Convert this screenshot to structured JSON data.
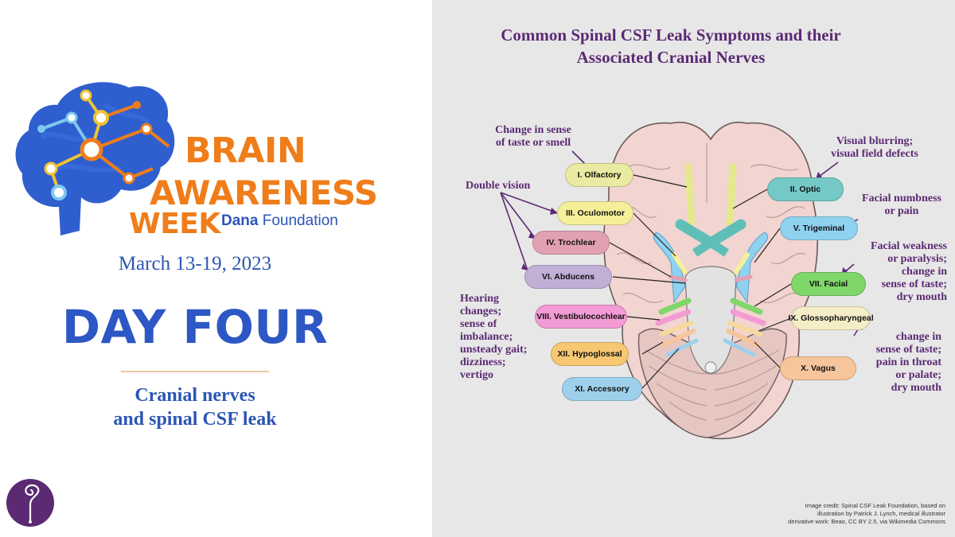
{
  "branding": {
    "brain_word": "BRAIN",
    "awareness_word": "AWARENESS",
    "week_word": "WEEK",
    "dana_word": "Dana",
    "foundation_word": "Foundation",
    "dates": "March 13-19, 2023",
    "day_label": "DAY FOUR",
    "subtitle_line1": "Cranial nerves",
    "subtitle_line2": "and spinal CSF leak"
  },
  "diagram": {
    "title_line1": "Common Spinal CSF Leak Symptoms and their",
    "title_line2": "Associated Cranial Nerves",
    "nerves": [
      {
        "label": "I. Olfactory",
        "color": "#eaeaa2"
      },
      {
        "label": "II. Optic",
        "color": "#74c9c6"
      },
      {
        "label": "III. Oculomotor",
        "color": "#f6ef9a"
      },
      {
        "label": "IV. Trochlear",
        "color": "#e2a1b2"
      },
      {
        "label": "V. Trigeminal",
        "color": "#8fd2f0"
      },
      {
        "label": "VI. Abducens",
        "color": "#c1afd6"
      },
      {
        "label": "VII. Facial",
        "color": "#7fd669"
      },
      {
        "label": "VIII. Vestibulocochlear",
        "color": "#f39bd4"
      },
      {
        "label": "IX. Glossopharyngeal",
        "color": "#f5edc6"
      },
      {
        "label": "X. Vagus",
        "color": "#f6c59b"
      },
      {
        "label": "XI. Accessory",
        "color": "#9ed0ec"
      },
      {
        "label": "XII. Hypoglossal",
        "color": "#f7c772"
      }
    ],
    "symptoms": {
      "taste_smell": [
        "Change in sense",
        "of taste or smell"
      ],
      "visual": [
        "Visual blurring;",
        "visual field defects"
      ],
      "double_vision": [
        "Double vision"
      ],
      "facial_numbness": [
        "Facial numbness",
        "or pain"
      ],
      "facial_weakness": [
        "Facial weakness",
        "or paralysis;",
        "change in",
        "sense of taste;",
        "dry mouth"
      ],
      "hearing": [
        "Hearing",
        "changes;",
        "sense of",
        "imbalance;",
        "unsteady gait;",
        "dizziness;",
        "vertigo"
      ],
      "throat": [
        "change in",
        "sense of taste;",
        "pain in throat",
        "or palate;",
        "dry mouth"
      ]
    },
    "credit": [
      "Image credit: Spinal CSF Leak Foundation, based on",
      "illustration by Patrick J. Lynch, medical illustrator",
      "derivative work: Beao, CC BY 2.5, via Wikimedia Commons"
    ]
  },
  "colors": {
    "orange": "#ef7d1a",
    "blue": "#2d57c4",
    "purple": "#5b2a73",
    "panel_gray": "#e7e7e7"
  }
}
